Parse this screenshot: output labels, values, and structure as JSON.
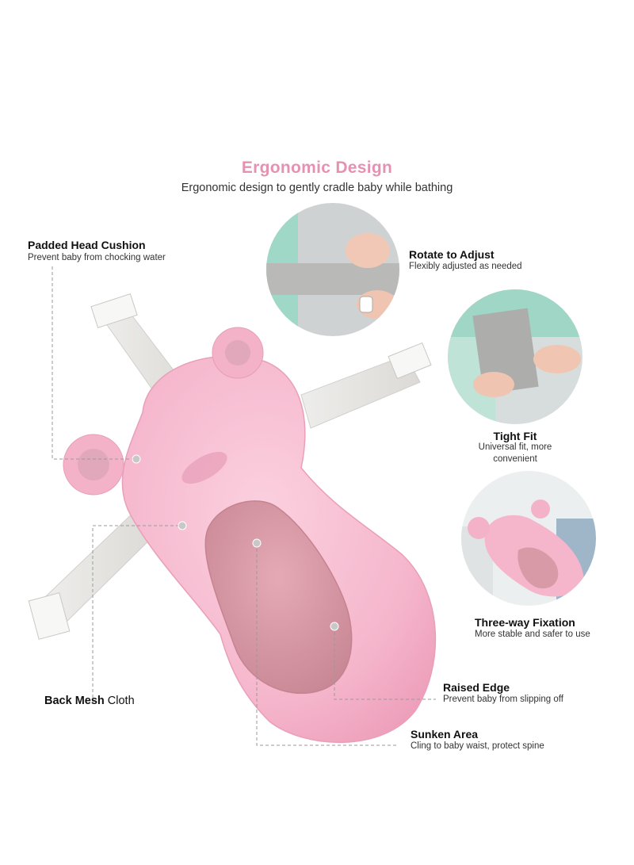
{
  "header": {
    "title": "Ergonomic Design",
    "subtitle": "Ergonomic design to gently cradle baby while bathing"
  },
  "features": {
    "head_cushion": {
      "title": "Padded Head Cushion",
      "desc": "Prevent baby from chocking water"
    },
    "rotate": {
      "title": "Rotate to Adjust",
      "desc": "Flexibly adjusted as needed"
    },
    "tight_fit": {
      "title": "Tight Fit",
      "desc_line1": "Universal fit, more",
      "desc_line2": "convenient"
    },
    "three_way": {
      "title": "Three-way Fixation",
      "desc": "More stable and safer to use"
    },
    "back_mesh": {
      "title_bold": "Back Mesh",
      "title_light": "Cloth"
    },
    "raised_edge": {
      "title": "Raised Edge",
      "desc": "Prevent baby from slipping off"
    },
    "sunken_area": {
      "title": "Sunken Area",
      "desc": "Cling to baby waist, protect spine"
    }
  },
  "colors": {
    "title_pink": "#e592b2",
    "cushion_pink": "#f6b9cf",
    "mesh_pink": "#d99aa8",
    "strap_gray": "#e7e5e1",
    "leader_gray": "#9a9a9a",
    "tub_green": "#bfe3d6"
  }
}
